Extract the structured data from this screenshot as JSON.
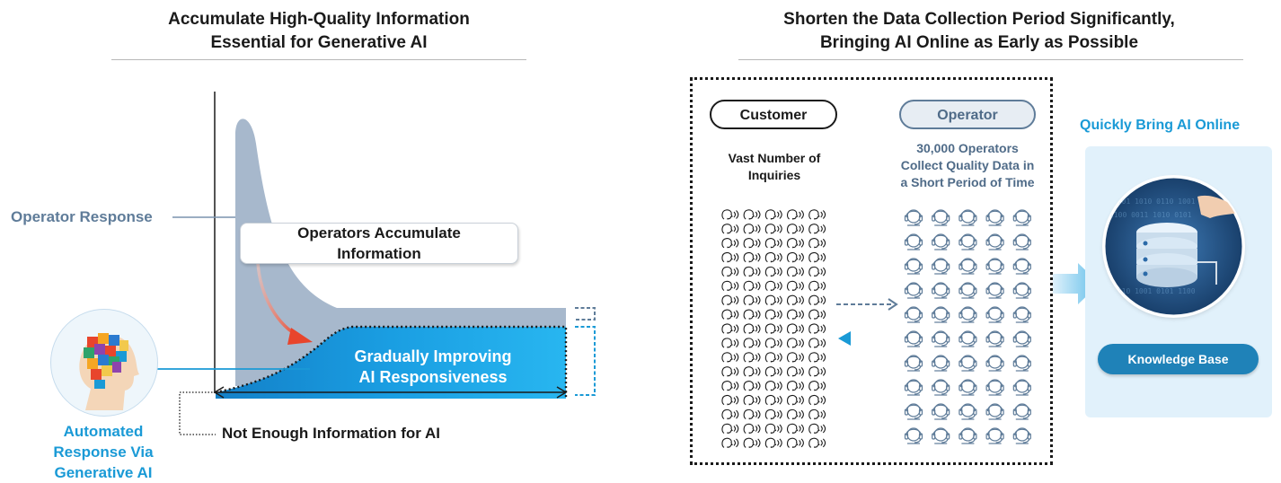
{
  "left": {
    "title_line1": "Accumulate High-Quality Information",
    "title_line2": "Essential for Generative AI",
    "operator_response": "Operator Response",
    "accumulate_line1": "Operators Accumulate",
    "accumulate_line2": "Information",
    "improving_line1": "Gradually Improving",
    "improving_line2": "AI Responsiveness",
    "automated_line1": "Automated",
    "automated_line2": "Response Via",
    "automated_line3": "Generative AI",
    "not_enough": "Not Enough Information for AI"
  },
  "right": {
    "title_line1": "Shorten the Data Collection Period Significantly,",
    "title_line2": "Bringing AI Online as Early as Possible",
    "customer_label": "Customer",
    "operator_label": "Operator",
    "customer_desc_line1": "Vast Number of",
    "customer_desc_line2": "Inquiries",
    "operator_desc_line1": "30,000 Operators",
    "operator_desc_line2": "Collect Quality Data in",
    "operator_desc_line3": "a Short Period of Time",
    "quick_label": "Quickly Bring AI Online",
    "knowledge_base": "Knowledge Base"
  },
  "colors": {
    "operator_area": "#a7b8cc",
    "ai_area": "#1aa0e0",
    "accent_blue": "#1a9ad6",
    "operator_text": "#5f7c99",
    "kb_button": "#1f82b8",
    "arrow_red": "#e8452c"
  },
  "icons": {
    "customer": "speaking-head-icon",
    "operator": "headset-icon",
    "automated": "colorful-head-icon",
    "knowledge_base": "database-icon"
  }
}
